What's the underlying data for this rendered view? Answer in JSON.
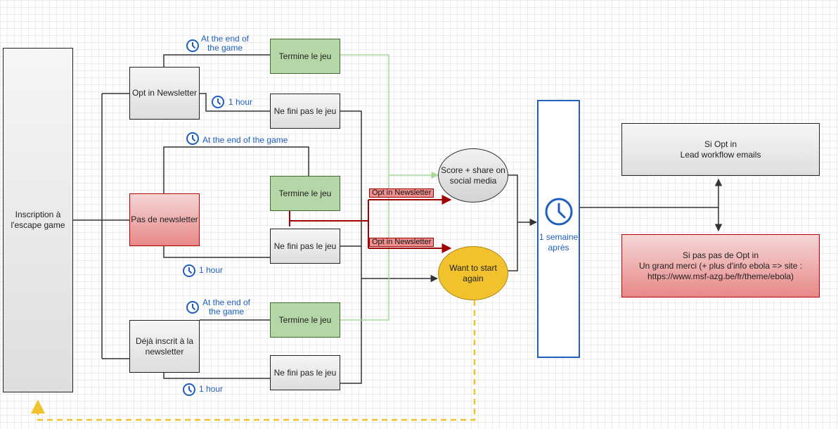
{
  "nodes": {
    "inscription": "Inscription à\nl'escape game",
    "opt_in": "Opt in Newsletter",
    "pas_newsletter": "Pas de newsletter",
    "deja_inscrit": "Déjà inscrit à la\nnewsletter",
    "termine_1": "Termine le jeu",
    "ne_fini_1": "Ne fini pas le jeu",
    "termine_2": "Termine le jeu",
    "ne_fini_2": "Ne fini pas le jeu",
    "termine_3": "Termine le jeu",
    "ne_fini_3": "Ne fini pas le jeu",
    "score_share": "Score + share on\nsocial media",
    "want_restart": "Want to start\nagain",
    "semaine": "1 semaine\naprès",
    "si_opt_in": "Si Opt in\nLead workflow emails",
    "si_pas_opt_in": "Si pas pas de Opt in\nUn grand merci (+ plus d'info ebola => site :\nhttps://www.msf-azg.be/fr/theme/ebola)"
  },
  "labels": {
    "end_game_1": "At the end of\nthe game",
    "hour_1": "1 hour",
    "end_game_2": "At the end of the game",
    "hour_2": "1 hour",
    "end_game_3": "At the end of\nthe game",
    "hour_3": "1 hour",
    "tag_opt_1": "Opt in Newsletter",
    "tag_opt_2": "Opt in Newsletter"
  },
  "icons": [
    "clock-icon"
  ],
  "colors": {
    "green_fill": "#b5d6a7",
    "red_fill": "#e88888",
    "red_border": "#b30000",
    "yellow_fill": "#f2c12e",
    "blue_border": "#1f5fbf",
    "light_green_line": "#a8d89a",
    "dashed_yellow": "#f2c12e"
  }
}
